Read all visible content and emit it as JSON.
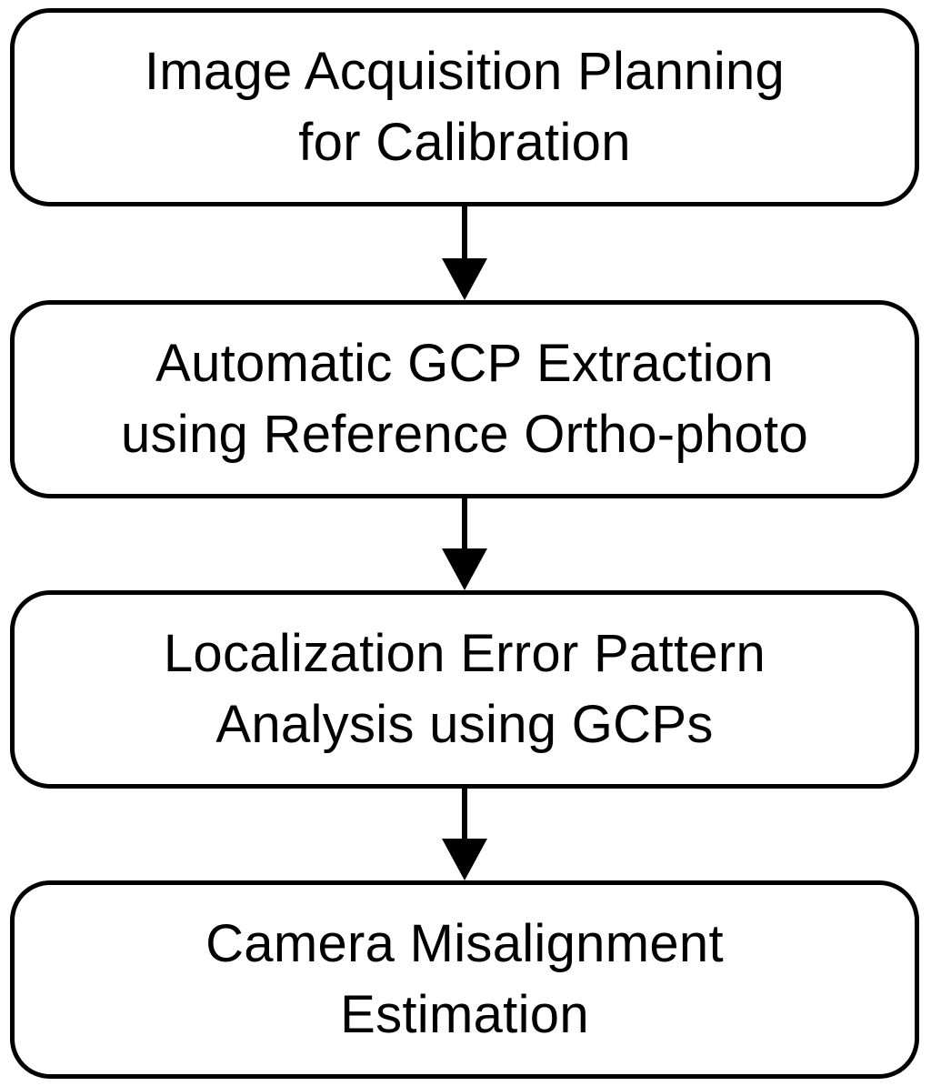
{
  "steps": [
    {
      "line1": "Image Acquisition Planning",
      "line2": "for Calibration"
    },
    {
      "line1": "Automatic GCP Extraction",
      "line2": "using Reference Ortho-photo"
    },
    {
      "line1": "Localization Error Pattern",
      "line2": "Analysis using GCPs"
    },
    {
      "line1": "Camera Misalignment",
      "line2": "Estimation"
    }
  ],
  "colors": {
    "stroke": "#000000",
    "background": "#ffffff",
    "text": "#000000"
  }
}
